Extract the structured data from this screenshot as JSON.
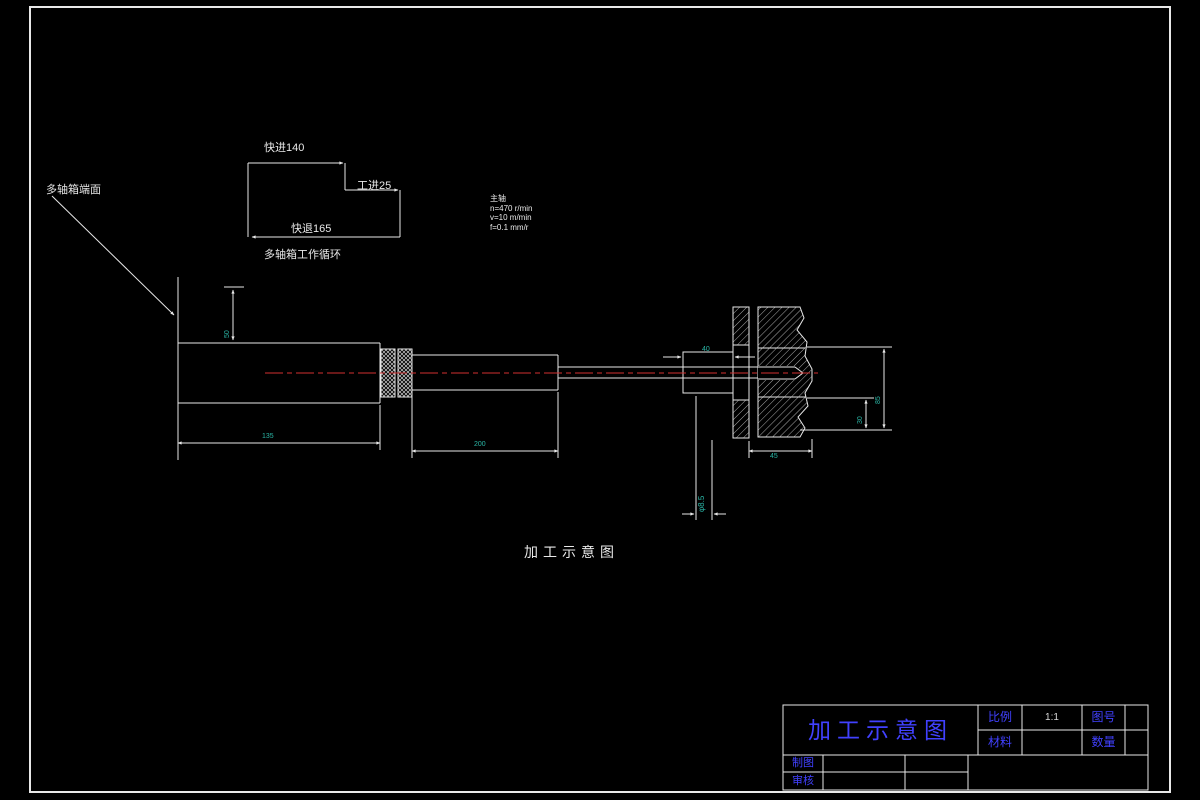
{
  "drawing": {
    "end_face_label": "多轴箱端面",
    "cycle": {
      "rapid_advance": "快进140",
      "work_feed": "工进25",
      "rapid_return": "快退165",
      "caption": "多轴箱工作循环"
    },
    "spindle": {
      "title": "主轴",
      "speed": "n=470 r/min",
      "velocity": "v=10 m/min",
      "feed": "f=0.1 mm/r"
    },
    "caption": "加工示意图",
    "dimensions": {
      "cylinder_length": "135",
      "shaft_length": "200",
      "face_offset": "50",
      "bushing_width": "40",
      "workpiece_width": "45",
      "step_height": "30",
      "flange_height": "85",
      "hole_dia": "φ8.5"
    }
  },
  "title_block": {
    "title": "加工示意图",
    "scale_label": "比例",
    "scale_value": "1:1",
    "drawing_no_label": "图号",
    "material_label": "材料",
    "quantity_label": "数量",
    "drafter_label": "制图",
    "checker_label": "审核"
  },
  "colors": {
    "background": "#000000",
    "line": "#e8e8e8",
    "centerline": "#d23030",
    "dim_text": "#2ab5a5",
    "title_blue": "#4141ff"
  }
}
